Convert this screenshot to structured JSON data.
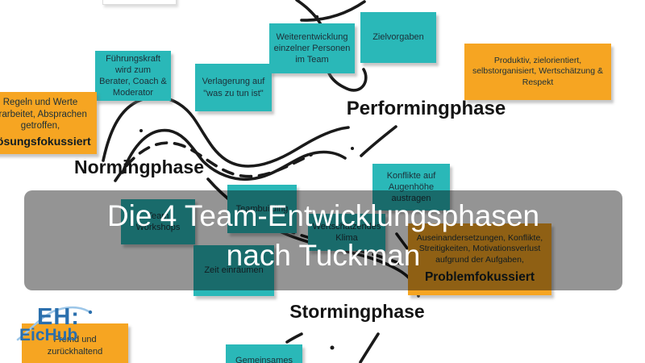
{
  "colors": {
    "sticky_teal": "#2ab8b8",
    "sticky_orange": "#f6a522",
    "overlay_gray": "#949494",
    "doodle_ink": "#1a1a1a",
    "note_text": "#1c2f38",
    "phase_text": "#141414",
    "title_text": "#ffffff",
    "logo_blue": "#2a6fad",
    "logo_swoosh": "#9cc6e8"
  },
  "overlay_title": {
    "line1": "Die 4 Team-Entwicklungsphasen",
    "line2": "nach Tuckman"
  },
  "phases": {
    "norming": "Normingphase",
    "performing": "Performingphase",
    "storming": "Stormingphase"
  },
  "logo": {
    "mark": "EH:",
    "name": "EicHub"
  },
  "notes": {
    "fuehrungskraft": {
      "text": "Führungskraft wird zum Berater, Coach & Moderator"
    },
    "verlagerung": {
      "text": "Verlagerung auf \"was zu tun ist\""
    },
    "weiterentwicklung": {
      "text": "Weiterentwicklung einzelner Personen im Team"
    },
    "zielvorgaben": {
      "text": "Zielvorgaben"
    },
    "produktiv": {
      "text": "Produktiv, zielorientiert, selbstorganisiert, Wertschätzung & Respekt"
    },
    "regeln": {
      "text": "Regeln und Werte erarbeitet, Absprachen getroffen,",
      "bold": "Lösungsfokussiert"
    },
    "konflikte": {
      "text": "Konflikte auf Augenhöhe austragen"
    },
    "team_workshops": {
      "text": "Team Workshops"
    },
    "teambuilding": {
      "text": "Teambuilding"
    },
    "zeit_einraeumen": {
      "text": "Zeit einräumen"
    },
    "klima": {
      "text": "Wertschätzendes Klima"
    },
    "auseinandersetzungen": {
      "text": "Auseinandersetzungen, Konflikte, Streitigkeiten, Motivationsverlust aufgrund der Aufgaben,",
      "bold": "Problemfokussiert"
    },
    "fremd": {
      "text": "Fremd und zurückhaltend"
    },
    "gemeinsames": {
      "text": "Gemeinsames"
    }
  }
}
